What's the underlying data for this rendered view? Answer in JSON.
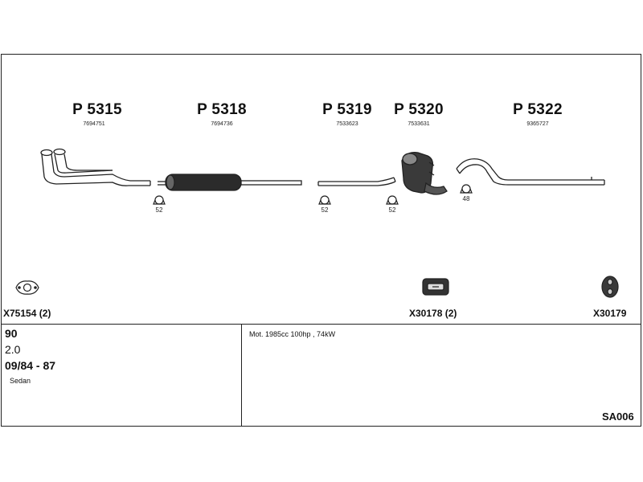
{
  "parts": [
    {
      "part_no": "P 5315",
      "ref": "7694751"
    },
    {
      "part_no": "P 5318",
      "ref": "7694736"
    },
    {
      "part_no": "P 5319",
      "ref": "7533623"
    },
    {
      "part_no": "P 5320",
      "ref": "7533631"
    },
    {
      "part_no": "P 5322",
      "ref": "9365727"
    }
  ],
  "clamps": [
    "52",
    "52",
    "52",
    "48"
  ],
  "fittings": [
    {
      "label": "X75154 (2)",
      "icon": "gasket-icon"
    },
    {
      "label": "X30178 (2)",
      "icon": "rubber-mount-icon"
    },
    {
      "label": "X30179",
      "icon": "rubber-hanger-icon"
    }
  ],
  "vehicle": {
    "model": "90",
    "engine": "2.0",
    "years": "09/84 - 87",
    "body": "Sedan"
  },
  "engine_note": "Mot. 1985cc 100hp , 74kW",
  "diagram_code": "SA006"
}
